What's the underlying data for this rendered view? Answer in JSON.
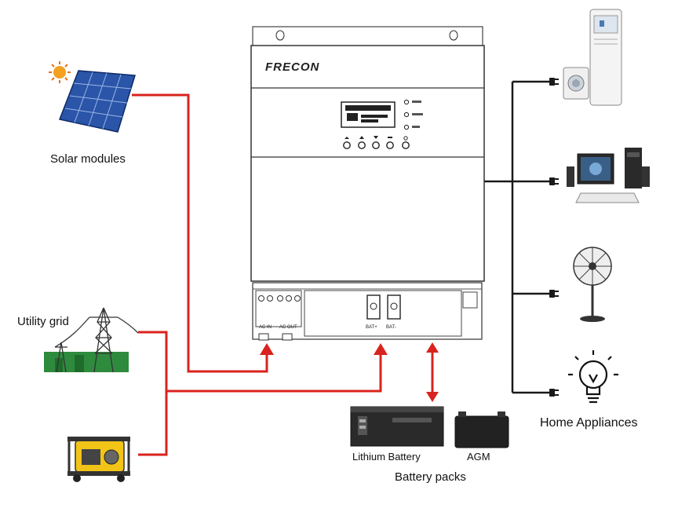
{
  "brand": "FRECON",
  "labels": {
    "solar": "Solar modules",
    "grid": "Utility grid",
    "lithium": "Lithium Battery",
    "agm": "AGM",
    "battery_packs": "Battery packs",
    "home": "Home Appliances"
  },
  "terminals": {
    "ac_in": "AC IN",
    "ac_out": "AC OUT",
    "bat_plus": "BAT+",
    "bat_minus": "BAT-"
  },
  "colors": {
    "ac_line": "#d9231e",
    "load_line": "#1a1a1a",
    "inverter_body": "#ffffff"
  }
}
